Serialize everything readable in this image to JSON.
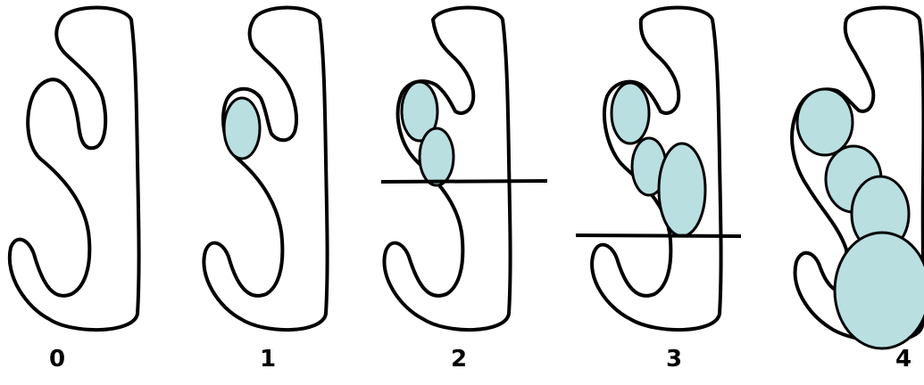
{
  "figure": {
    "colors": {
      "outline": "#000000",
      "swelling_fill": "#b9dfe0",
      "background": "#ffffff"
    },
    "stages": [
      {
        "label": "0",
        "swelling_count": 0,
        "has_level_line": false
      },
      {
        "label": "1",
        "swelling_count": 1,
        "has_level_line": false
      },
      {
        "label": "2",
        "swelling_count": 2,
        "has_level_line": true
      },
      {
        "label": "3",
        "swelling_count": 3,
        "has_level_line": true
      },
      {
        "label": "4",
        "swelling_count": 4,
        "has_level_line": false
      }
    ]
  }
}
